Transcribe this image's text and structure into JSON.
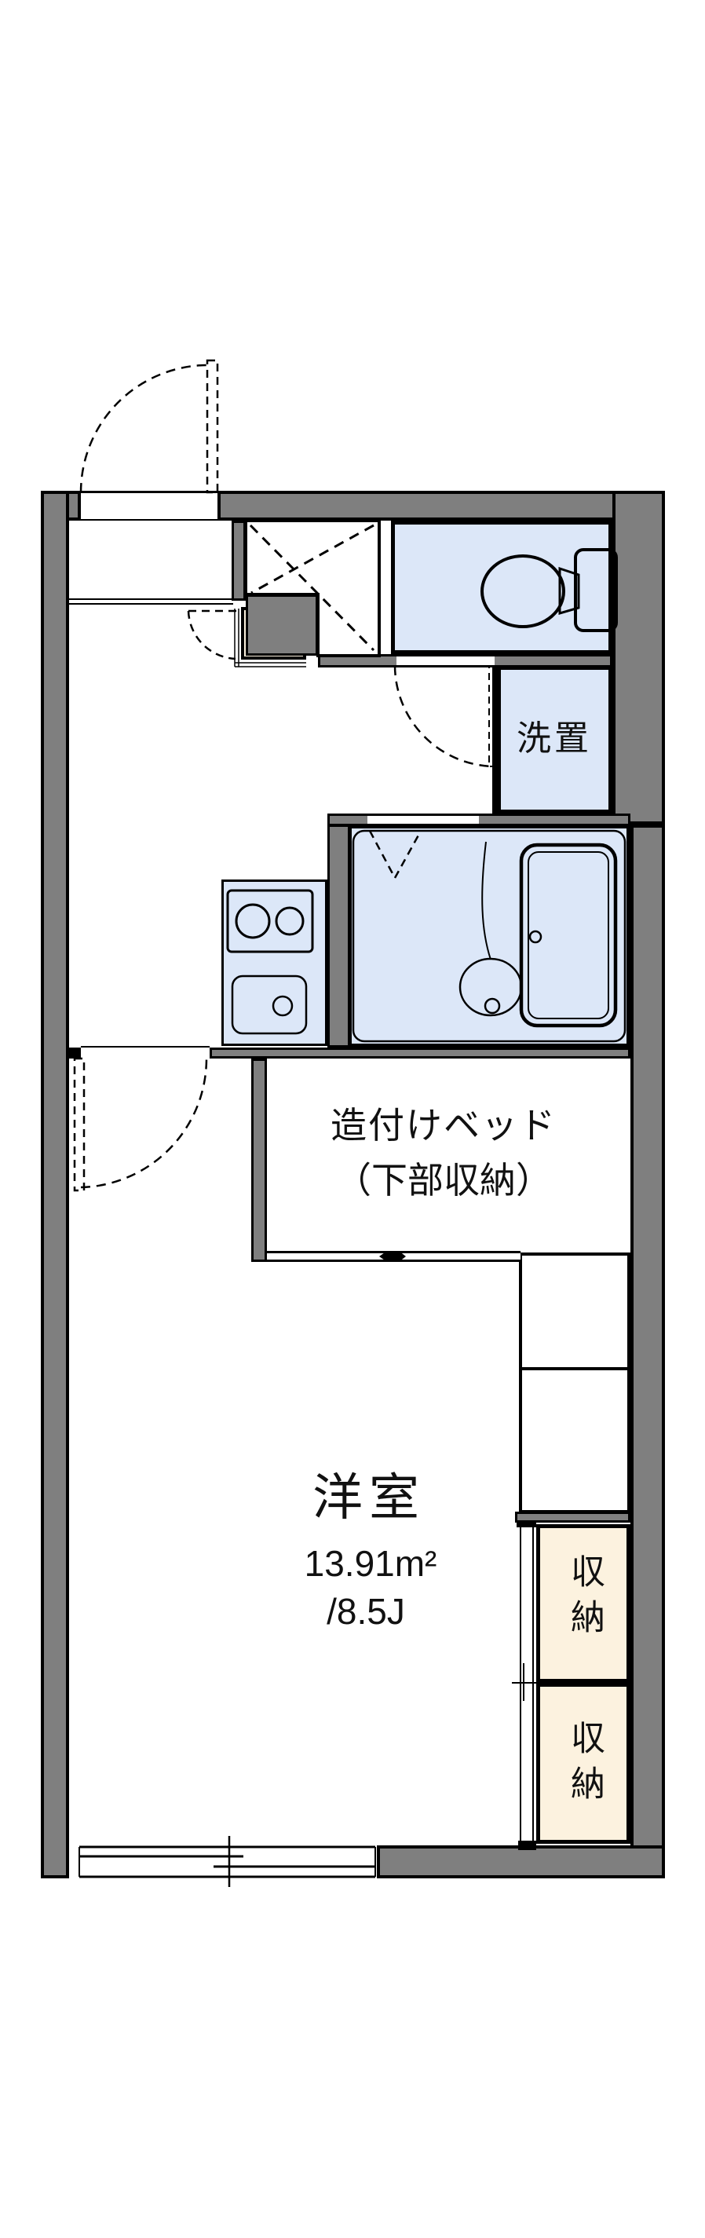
{
  "floorplan": {
    "bed": {
      "line1": "造付けベッド",
      "line2": "（下部収納）"
    },
    "laundry": {
      "label": "洗置"
    },
    "living": {
      "name": "洋室",
      "area_sqm": "13.91m²",
      "area_jo": "/8.5J"
    },
    "storage_upper": {
      "label": "収納"
    },
    "storage_lower": {
      "label": "収納"
    },
    "icons": {
      "toilet": "toilet-icon",
      "bathtub": "bathtub-icon",
      "washbasin": "washbasin-icon",
      "stove": "stove-icon",
      "sink": "sink-icon",
      "window": "sliding-window-icon",
      "doors": "door-swing-arc-icon"
    },
    "colors": {
      "wall": "#7f7f7f",
      "wet_room": "#dce7f8",
      "storage": "#fcf2df",
      "line": "#000000",
      "background": "#ffffff"
    }
  }
}
